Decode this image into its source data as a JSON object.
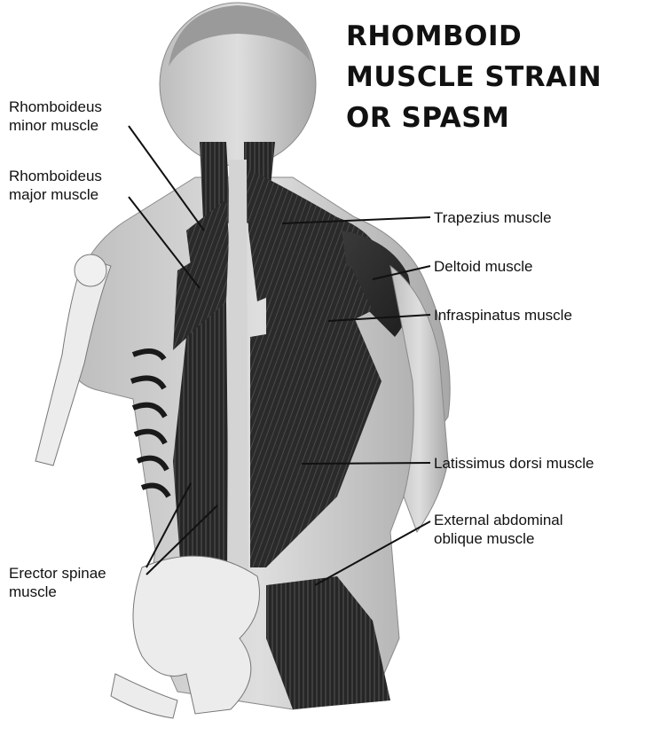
{
  "title": {
    "lines": [
      "RHOMBOID",
      "MUSCLE STRAIN",
      "OR SPASM"
    ]
  },
  "labels": {
    "rhomboideus_minor": [
      "Rhomboideus",
      "minor muscle"
    ],
    "rhomboideus_major": [
      "Rhomboideus",
      "major muscle"
    ],
    "erector_spinae": [
      "Erector spinae",
      "muscle"
    ],
    "trapezius": "Trapezius muscle",
    "deltoid": "Deltoid muscle",
    "infraspinatus": "Infraspinatus muscle",
    "latissimus": "Latissimus dorsi muscle",
    "external_oblique": [
      "External abdominal",
      "oblique muscle"
    ]
  },
  "colors": {
    "ink": "#111111",
    "skin": "#d8d8d8",
    "bone": "#ececec",
    "muscle_dark": "#2e2e2e",
    "muscle_mid": "#5a5a5a"
  }
}
